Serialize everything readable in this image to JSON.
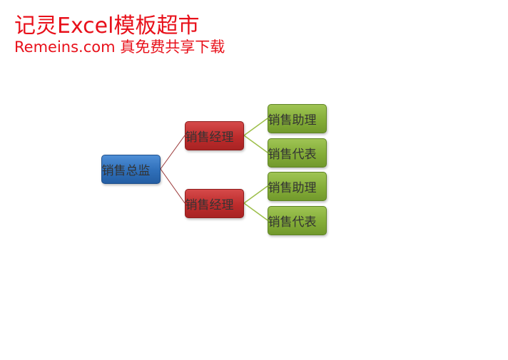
{
  "watermark": {
    "title": "记灵Excel模板超市",
    "subtitle": "Remeins.com 真免费共享下载"
  },
  "org_chart": {
    "root": {
      "label": "销售总监"
    },
    "managers": [
      {
        "label": "销售经理",
        "children": [
          {
            "label": "销售助理"
          },
          {
            "label": "销售代表"
          }
        ]
      },
      {
        "label": "销售经理",
        "children": [
          {
            "label": "销售助理"
          },
          {
            "label": "销售代表"
          }
        ]
      }
    ]
  },
  "colors": {
    "watermark": "#e8101a",
    "root_fill": "#2f6fb9",
    "manager_fill": "#bd2c2c",
    "leaf_fill": "#84ad38",
    "root_connector": "#9b3a3a",
    "leaf_connector": "#9dbf4a"
  }
}
